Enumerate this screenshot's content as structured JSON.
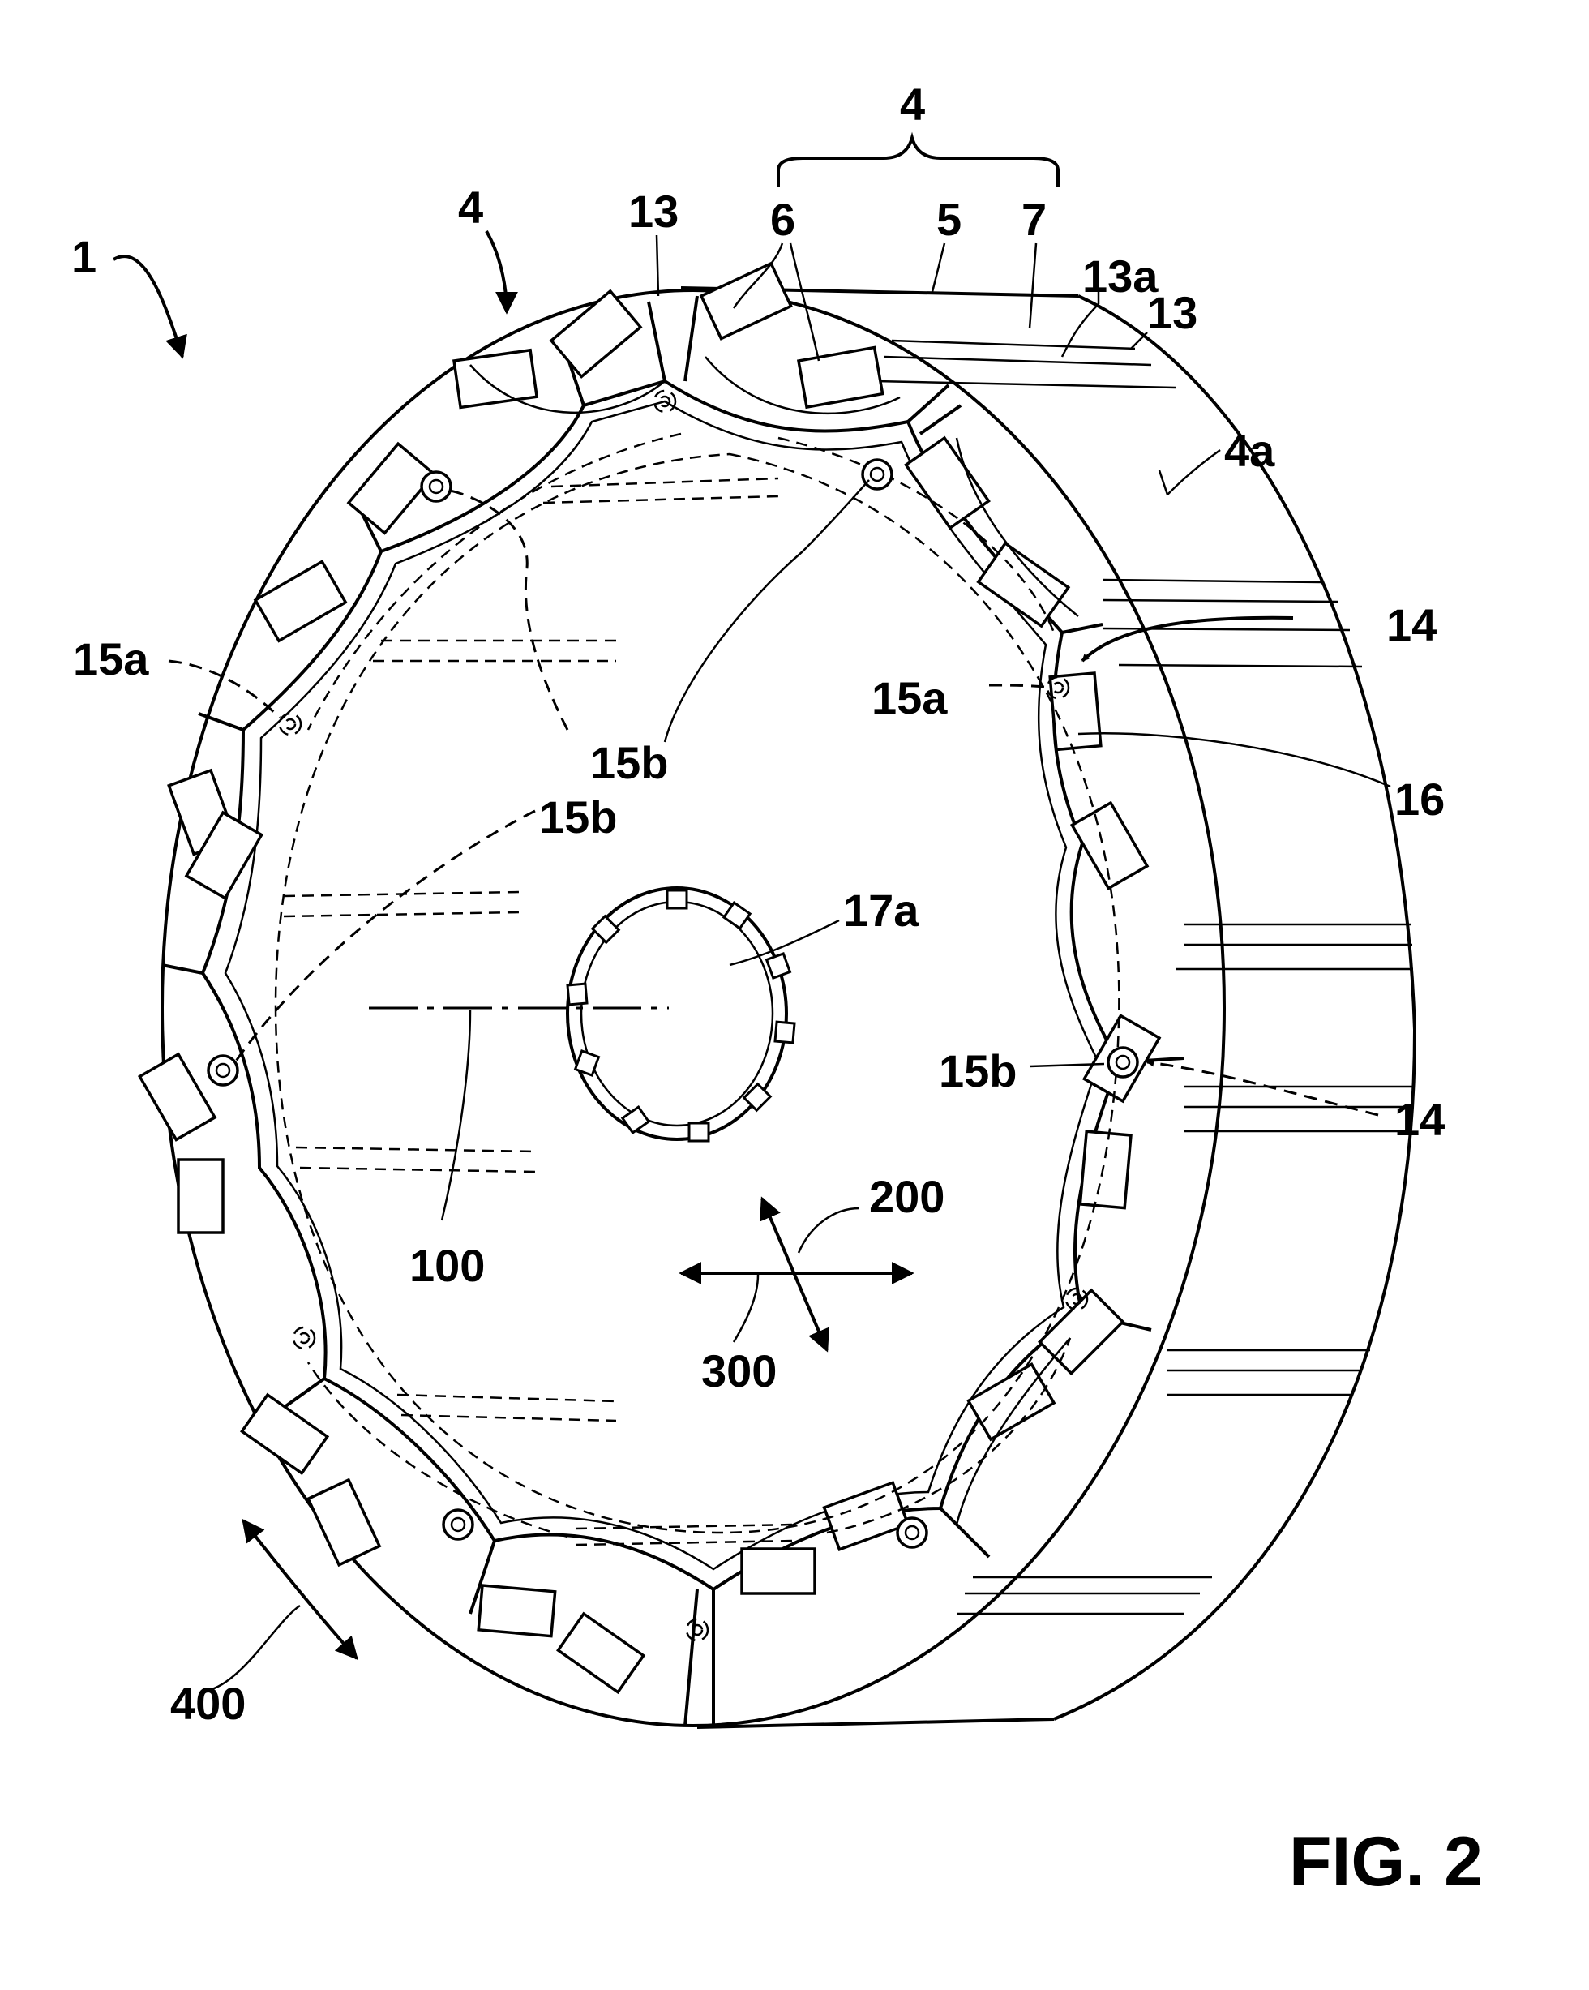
{
  "figure": {
    "caption": "FIG. 2",
    "labels": {
      "ref_1": "1",
      "ref_4_left": "4",
      "ref_4_top": "4",
      "ref_5": "5",
      "ref_6": "6",
      "ref_7": "7",
      "ref_13_top": "13",
      "ref_13_right": "13",
      "ref_13a": "13a",
      "ref_4a": "4a",
      "ref_14_upper": "14",
      "ref_14_lower": "14",
      "ref_15a_left": "15a",
      "ref_15a_right": "15a",
      "ref_15b_center": "15b",
      "ref_15b_left": "15b",
      "ref_15b_right": "15b",
      "ref_16": "16",
      "ref_17a": "17a",
      "ref_100": "100",
      "ref_200": "200",
      "ref_300": "300",
      "ref_400": "400"
    }
  }
}
